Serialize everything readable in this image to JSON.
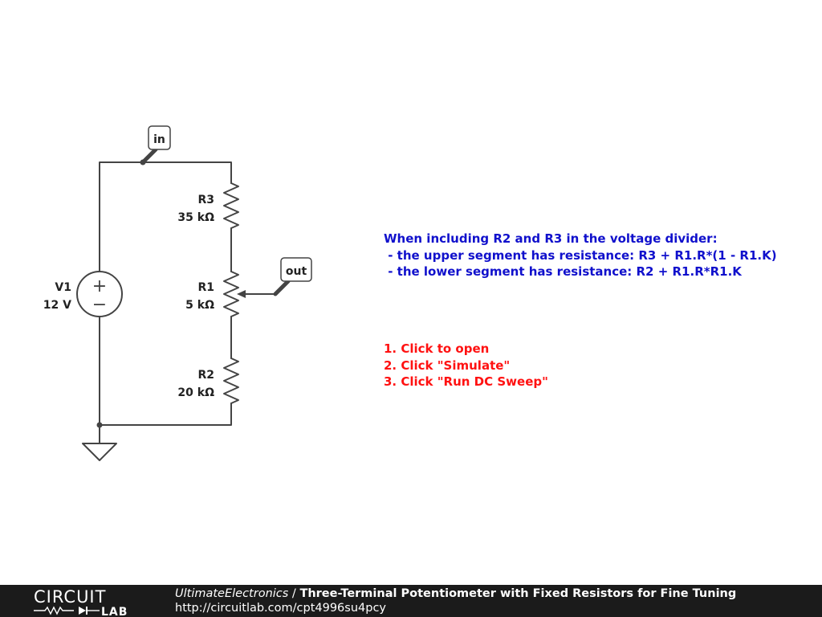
{
  "components": {
    "v1": {
      "name": "V1",
      "value": "12 V",
      "plus": "+",
      "minus": "−"
    },
    "r3": {
      "name": "R3",
      "value": "35 kΩ"
    },
    "r1": {
      "name": "R1",
      "value": "5 kΩ"
    },
    "r2": {
      "name": "R2",
      "value": "20 kΩ"
    }
  },
  "nets": {
    "in": "in",
    "out": "out"
  },
  "notes": {
    "blue": "When including R2 and R3 in the voltage divider:\n - the upper segment has resistance: R3 + R1.R*(1 - R1.K)\n - the lower segment has resistance: R2 + R1.R*R1.K",
    "red": "1. Click to open\n2. Click \"Simulate\"\n3. Click \"Run DC Sweep\""
  },
  "footer": {
    "logo_top": "CIRCUIT",
    "logo_bottom": "LAB",
    "author": "UltimateElectronics",
    "separator": " / ",
    "title": "Three-Terminal Potentiometer with Fixed Resistors for Fine Tuning",
    "url": "http://circuitlab.com/cpt4996su4pcy"
  },
  "colors": {
    "wire": "#444444",
    "note_blue": "#1010cc",
    "note_red": "#ff1111",
    "footer_bg": "#1b1b1b"
  }
}
